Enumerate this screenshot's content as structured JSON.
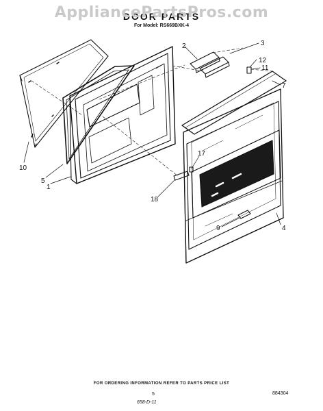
{
  "watermark": "AppliancePartsPros.com",
  "title": "DOOR PARTS",
  "model_line": "For Model: RS669BXK-4",
  "callouts": {
    "c1": "1",
    "c2": "2",
    "c3": "3",
    "c4": "4",
    "c5": "5",
    "c7": "7",
    "c9": "9",
    "c10": "10",
    "c11": "11",
    "c12": "12",
    "c17": "17",
    "c18": "18"
  },
  "footer": {
    "ordering_info": "FOR ORDERING INFORMATION REFER TO PARTS PRICE LIST",
    "page_number": "5",
    "catalog_code": "884304",
    "handwritten_code": "658-D-11"
  }
}
